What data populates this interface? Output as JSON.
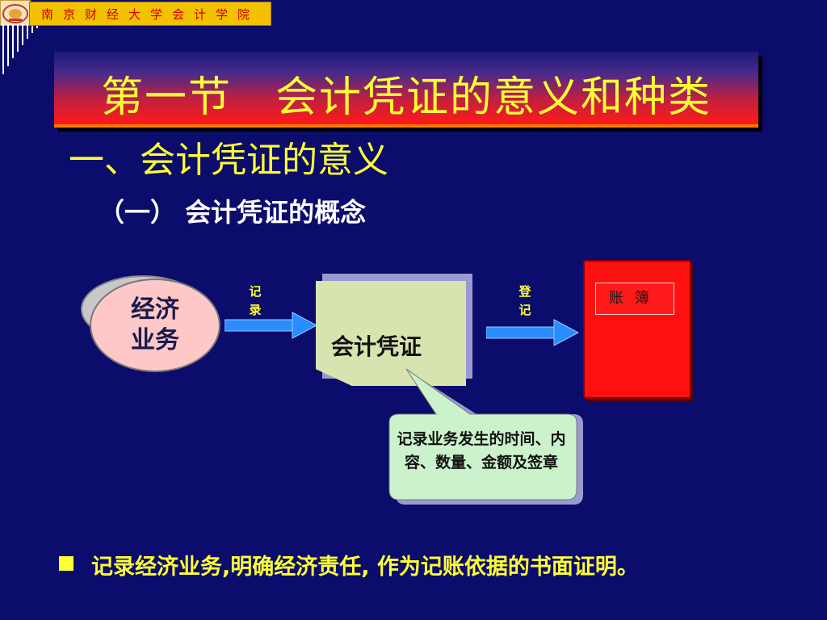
{
  "header": {
    "school_name": "南京财经大学会计学院",
    "logo_icon": "school-emblem-icon"
  },
  "slide": {
    "title": "第一节　会计凭证的意义和种类",
    "heading1": "一、会计凭证的意义",
    "heading2": "（一） 会计凭证的概念"
  },
  "diagram": {
    "business_label": "经济业务",
    "arrow1_label": "记录",
    "voucher_label": "会计凭证",
    "arrow2_label": "登记",
    "ledger_label": "账簿",
    "callout_text": "记录业务发生的时间、内容、数量、金额及签章"
  },
  "bottom": {
    "text": "记录经济业务,明确经济责任, 作为记账依据的书面证明。"
  },
  "colors": {
    "background": "#0b0c6b",
    "title_text": "#ffff33",
    "ledger": "#ff1010",
    "voucher": "#d8e4b0",
    "callout": "#ccf2cc",
    "arrow": "#2a8cff"
  }
}
